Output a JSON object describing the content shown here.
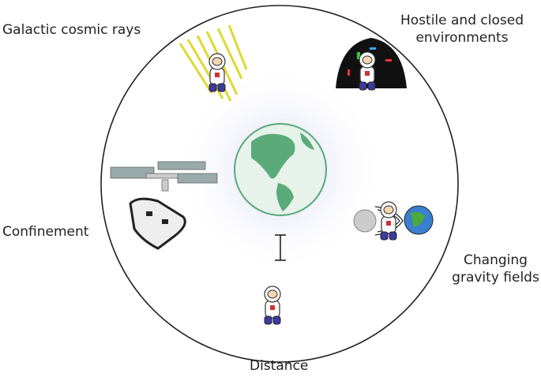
{
  "labels": {
    "cosmic_rays": "Galactic cosmic rays",
    "hostile_line1": "Hostile and closed",
    "hostile_line2": "environments",
    "confinement": "Confinement",
    "gravity_line1": "Changing",
    "gravity_line2": "gravity fields",
    "distance": "Distance"
  },
  "colors": {
    "earth_ocean": "#e6f2ea",
    "earth_land": "#5aaa7a",
    "glow": "#c9cdf0",
    "ray": "#e8e23a"
  }
}
